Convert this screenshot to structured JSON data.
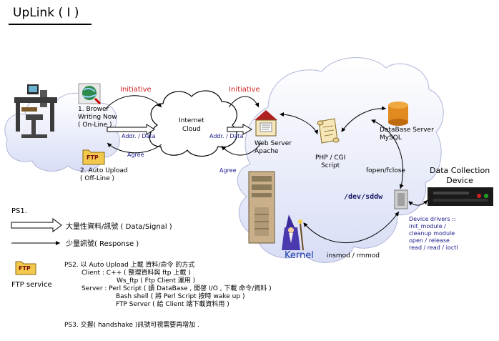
{
  "title": "UpLink ( I )",
  "client": {
    "step1": [
      "1. Brower",
      "Writing Now",
      "( On-Line )"
    ],
    "step2": [
      "2.  Auto Upload",
      "( Off-Line )"
    ],
    "ftp_icon_label": "FTP"
  },
  "arrows": {
    "initiative_left": "Initiative",
    "initiative_right": "Initiative",
    "addr_data_left": "Addr. / Data",
    "addr_data_right": "Addr. / Data",
    "agree_left": "Agree",
    "agree_right": "Agree"
  },
  "internet": [
    "Internet",
    "Cloud"
  ],
  "webserver": [
    "Web Server",
    "Apache"
  ],
  "php": [
    "PHP / CGI",
    "Script"
  ],
  "database": [
    "DataBase Server",
    "MySQL"
  ],
  "fopen": "fopen/fclose",
  "device_path": "/dev/sddw",
  "dcd": [
    "Data Collection",
    "Device"
  ],
  "drivers": [
    "Device drivers ::",
    "init_module /",
    "cleanup module",
    "open / release",
    "read / read / ioctl"
  ],
  "kernel": "Kernel",
  "insmod": "insmod / rmmod",
  "ps1": {
    "label": "PS1.",
    "big": "大量性資料/訊號 ( Data/Signal )",
    "small": "少量訊號( Response )"
  },
  "ftp_service": "FTP service",
  "ps2": [
    "PS2. 以 Auto Upload 上載 資料/命令 的方式",
    "Client :   C++ ( 整理資料與 ftp 上載 )",
    "Ws_ftp ( Ftp Client 運用 )",
    "Server : Perl Script ( 讀 DataBase , 開啓 I/O , 下載 命令/資料 )",
    "Bash shell ( 將 Perl Script 按時 wake up )",
    "FTP Server ( 給 Client 端下載資料用  )"
  ],
  "ps3": "PS3. 交握( handshake )訊號可視需要再增加 ."
}
